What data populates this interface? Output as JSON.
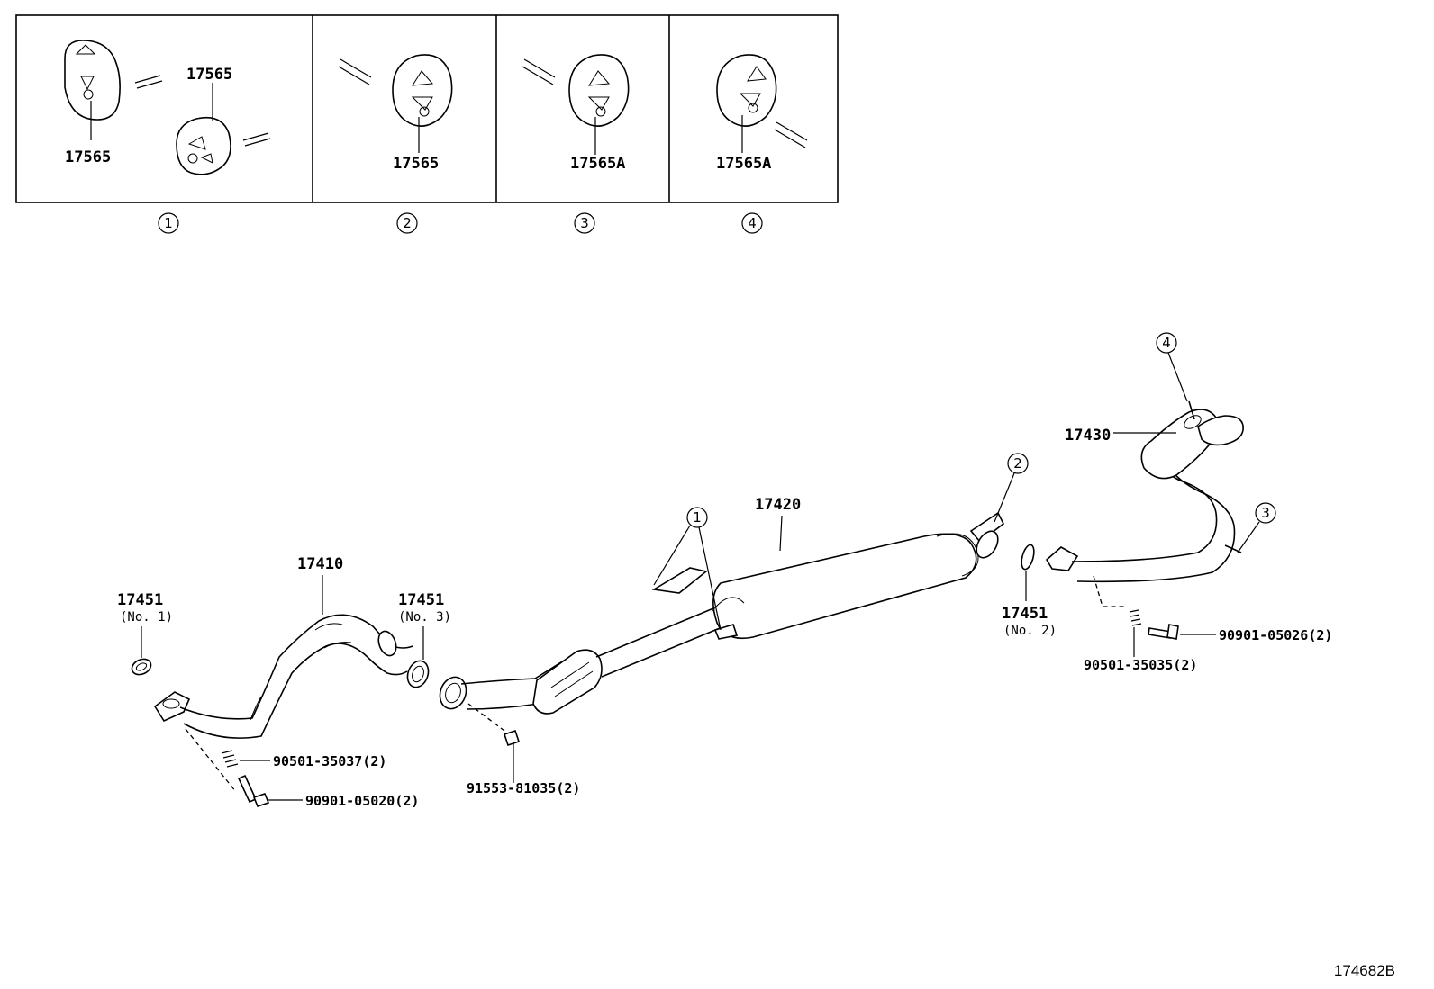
{
  "inset": {
    "panels": [
      {
        "number": "1",
        "labels": [
          "17565",
          "17565"
        ]
      },
      {
        "number": "2",
        "labels": [
          "17565"
        ]
      },
      {
        "number": "3",
        "labels": [
          "17565A"
        ]
      },
      {
        "number": "4",
        "labels": [
          "17565A"
        ]
      }
    ]
  },
  "callouts": {
    "c1": "1",
    "c2": "2",
    "c3": "3",
    "c4": "4"
  },
  "parts": {
    "front_pipe": "17410",
    "center_pipe": "17420",
    "tail_pipe": "17430",
    "gasket_no1": "17451",
    "gasket_no1_sub": "(No. 1)",
    "gasket_no3": "17451",
    "gasket_no3_sub": "(No. 3)",
    "gasket_no2": "17451",
    "gasket_no2_sub": "(No. 2)",
    "spring_front": "90501-35037(2)",
    "bolt_front": "90901-05020(2)",
    "nut_center": "91553-81035(2)",
    "spring_rear": "90501-35035(2)",
    "bolt_rear": "90901-05026(2)"
  },
  "reference": "174682B"
}
